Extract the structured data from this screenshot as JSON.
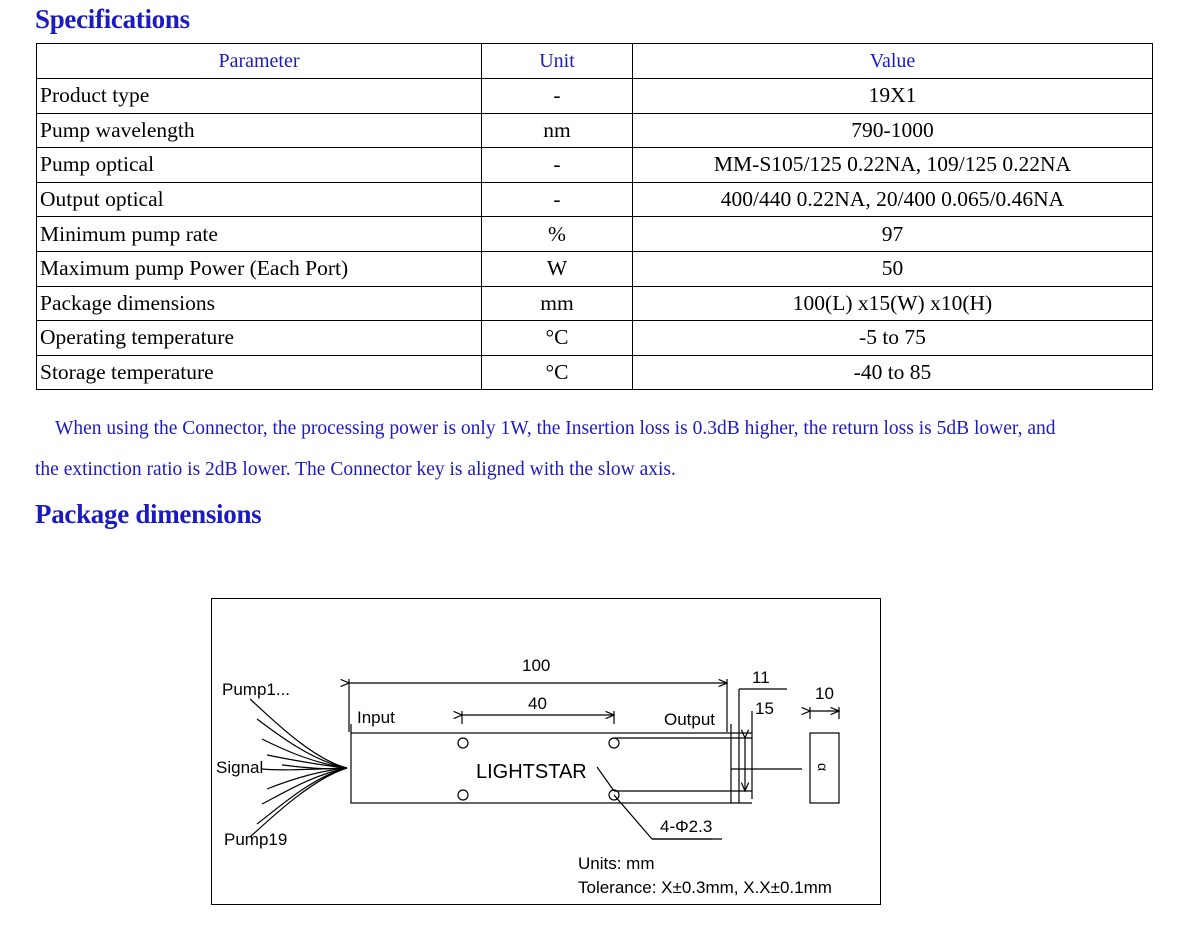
{
  "specifications_heading": "Specifications",
  "table": {
    "headers": [
      "Parameter",
      "Unit",
      "Value"
    ],
    "rows": [
      [
        "Product type",
        "-",
        "19X1"
      ],
      [
        "Pump wavelength",
        "nm",
        "790-1000"
      ],
      [
        "Pump optical",
        "-",
        "MM-S105/125 0.22NA, 109/125 0.22NA"
      ],
      [
        "Output optical",
        "-",
        "400/440 0.22NA, 20/400 0.065/0.46NA"
      ],
      [
        "Minimum pump rate",
        "%",
        "97"
      ],
      [
        "Maximum pump Power (Each Port)",
        "W",
        "50"
      ],
      [
        "Package dimensions",
        "mm",
        "100(L) x15(W) x10(H)"
      ],
      [
        "Operating temperature",
        "°C",
        "-5 to 75"
      ],
      [
        "Storage temperature",
        "°C",
        "-40 to 85"
      ]
    ]
  },
  "note": {
    "line1": "When using the Connector, the processing power is only 1W, the Insertion loss is 0.3dB higher, the return loss is 5dB lower, and",
    "line2": "the extinction ratio is 2dB lower. The Connector key is aligned with the slow axis."
  },
  "package_heading": "Package dimensions",
  "diagram": {
    "pump1": "Pump1...",
    "signal": "Signal",
    "pump19": "Pump19",
    "input": "Input",
    "output": "Output",
    "brand": "LIGHTSTAR",
    "dim_length": "100",
    "dim_hole_spacing": "40",
    "dim_11": "11",
    "dim_15": "15",
    "dim_10": "10",
    "side_mark": "α",
    "holes": "4-Φ2.3",
    "units": "Units: mm",
    "tolerance": "Tolerance: X±0.3mm, X.X±0.1mm"
  }
}
